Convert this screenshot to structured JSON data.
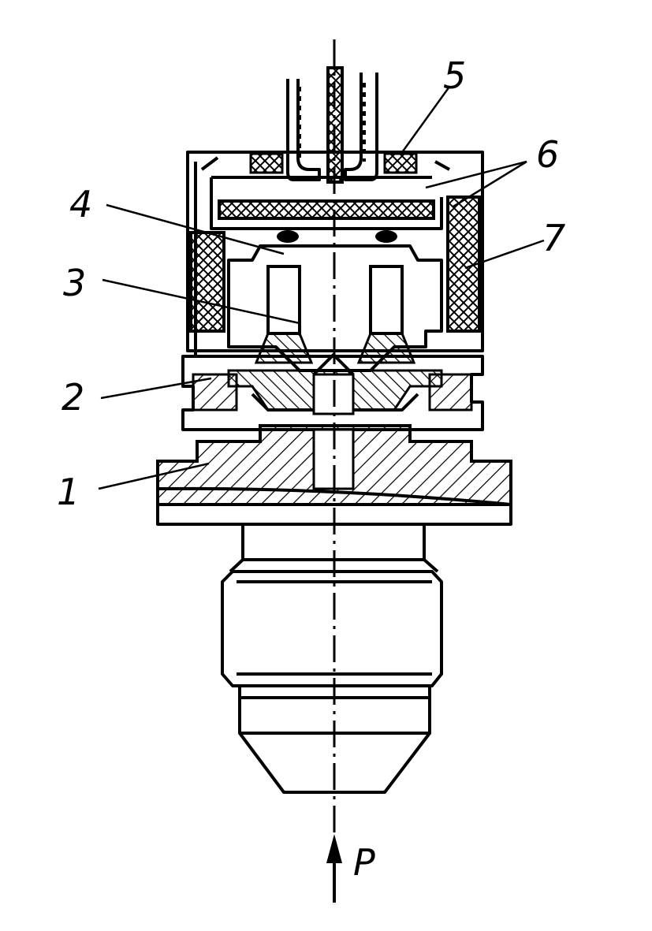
{
  "figure": {
    "labels": [
      {
        "id": "1",
        "text": "1"
      },
      {
        "id": "2",
        "text": "2"
      },
      {
        "id": "3",
        "text": "3"
      },
      {
        "id": "4",
        "text": "4"
      },
      {
        "id": "5",
        "text": "5"
      },
      {
        "id": "6",
        "text": "6"
      },
      {
        "id": "7",
        "text": "7"
      }
    ],
    "pressure_label": "P"
  }
}
